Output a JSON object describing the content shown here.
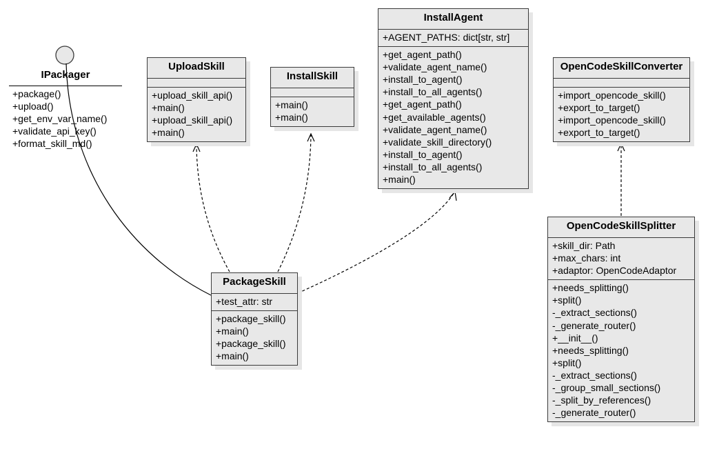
{
  "interface": {
    "name": "IPackager",
    "operations": [
      "+package()",
      "+upload()",
      "+get_env_var_name()",
      "+validate_api_key()",
      "+format_skill_md()"
    ]
  },
  "classes": {
    "upload_skill": {
      "name": "UploadSkill",
      "attributes": [],
      "operations": [
        "+upload_skill_api()",
        "+main()",
        "+upload_skill_api()",
        "+main()"
      ]
    },
    "install_skill": {
      "name": "InstallSkill",
      "attributes": [],
      "operations": [
        "+main()",
        "+main()"
      ]
    },
    "install_agent": {
      "name": "InstallAgent",
      "attributes": [
        "+AGENT_PATHS: dict[str, str]"
      ],
      "operations": [
        "+get_agent_path()",
        "+validate_agent_name()",
        "+install_to_agent()",
        "+install_to_all_agents()",
        "+get_agent_path()",
        "+get_available_agents()",
        "+validate_agent_name()",
        "+validate_skill_directory()",
        "+install_to_agent()",
        "+install_to_all_agents()",
        "+main()"
      ]
    },
    "opencode_converter": {
      "name": "OpenCodeSkillConverter",
      "attributes": [],
      "operations": [
        "+import_opencode_skill()",
        "+export_to_target()",
        "+import_opencode_skill()",
        "+export_to_target()"
      ]
    },
    "package_skill": {
      "name": "PackageSkill",
      "attributes": [
        "+test_attr: str"
      ],
      "operations": [
        "+package_skill()",
        "+main()",
        "+package_skill()",
        "+main()"
      ]
    },
    "opencode_splitter": {
      "name": "OpenCodeSkillSplitter",
      "attributes": [
        "+skill_dir: Path",
        "+max_chars: int",
        "+adaptor: OpenCodeAdaptor"
      ],
      "operations": [
        "+needs_splitting()",
        "+split()",
        "-_extract_sections()",
        "-_generate_router()",
        "+__init__()",
        "+needs_splitting()",
        "+split()",
        "-_extract_sections()",
        "-_group_small_sections()",
        "-_split_by_references()",
        "-_generate_router()"
      ]
    }
  },
  "colors": {
    "box_fill": "#e8e8e8",
    "border": "#3a3a3a",
    "shadow": "#e6e6e6",
    "line": "#000000"
  }
}
